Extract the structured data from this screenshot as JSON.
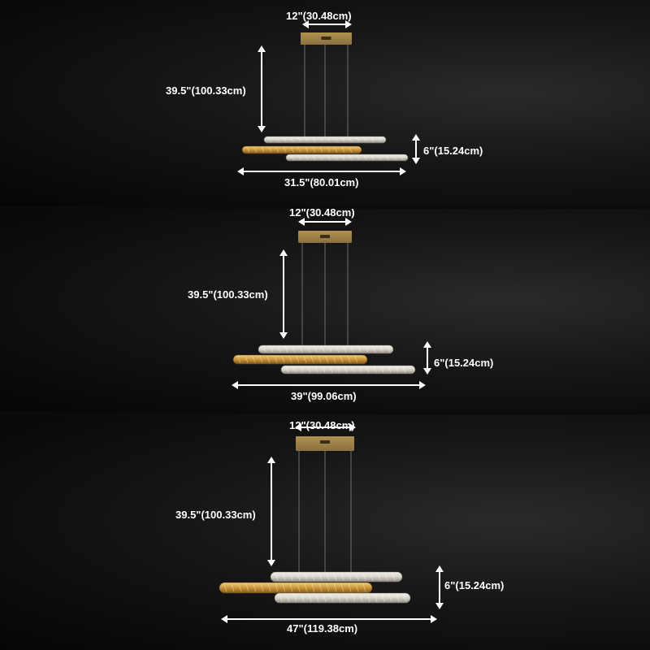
{
  "variants": [
    {
      "canopy_width": "12\"(30.48cm)",
      "drop": "39.5\"(100.33cm)",
      "height": "6\"(15.24cm)",
      "length": "31.5\"(80.01cm)"
    },
    {
      "canopy_width": "12\"(30.48cm)",
      "drop": "39.5\"(100.33cm)",
      "height": "6\"(15.24cm)",
      "length": "39\"(99.06cm)"
    },
    {
      "canopy_width": "12\"(30.48cm)",
      "drop": "39.5\"(100.33cm)",
      "height": "6\"(15.24cm)",
      "length": "47\"(119.38cm)"
    }
  ],
  "colors": {
    "background": "#0b0b0b",
    "gold": "#c9953a",
    "crystal": "#d8d4cc",
    "canopy": "#8a7040",
    "arrow": "#ffffff"
  }
}
